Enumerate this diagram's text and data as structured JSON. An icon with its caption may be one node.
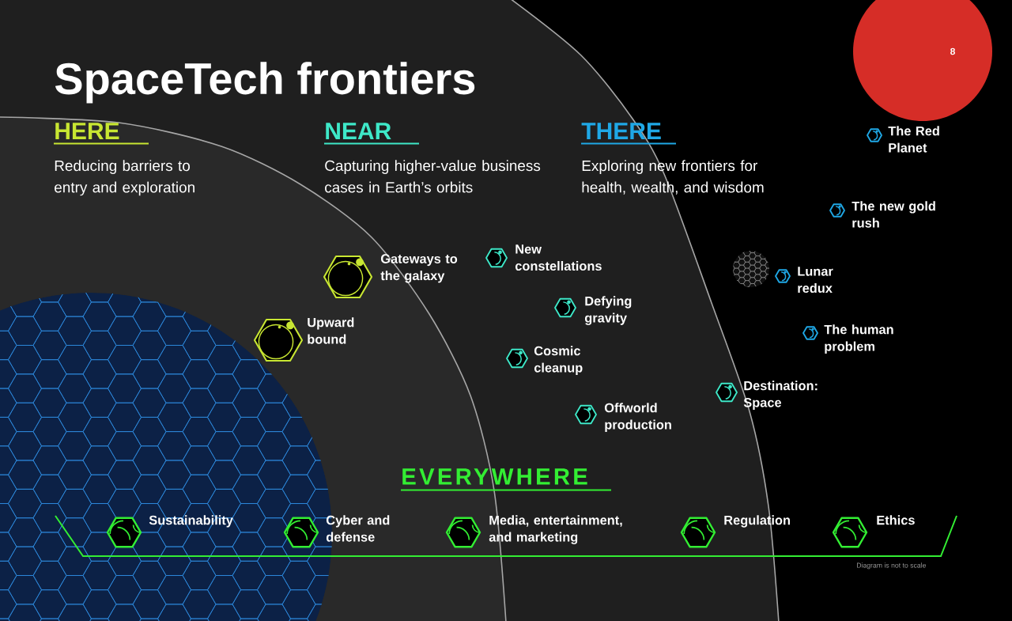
{
  "diagram": {
    "title": "SpaceTech frontiers",
    "nodes": [
      {
        "text": [
          "8"
        ]
      }
    ],
    "labels": [
      "HERE",
      "Reducing barriers to entry and exploration",
      "NEAR",
      "Capturing higher-value business cases in Earth’s orbits",
      "THERE",
      "Exploring new frontiers for health, wealth, and wisdom",
      "The Red Planet",
      "The new gold rush",
      "Gateways to the galaxy",
      "New constellations",
      "Lunar redux",
      "Defying gravity",
      "Upward bound",
      "The human problem",
      "Cosmic cleanup",
      "Destination: Space",
      "Offworld production",
      "EVERYWHERE",
      "Sustainability",
      "Cyber and defense",
      "Media, entertainment, and marketing",
      "Regulation",
      "Ethics",
      "Diagram is not to scale"
    ]
  }
}
